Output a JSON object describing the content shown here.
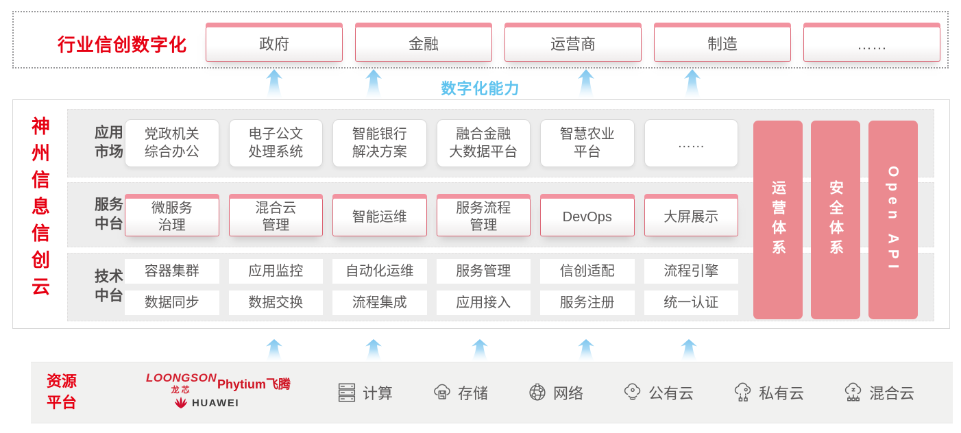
{
  "top": {
    "title": "行业信创数字化",
    "industries": [
      "政府",
      "金融",
      "运营商",
      "制造",
      "……"
    ]
  },
  "capability_label": "数字化能力",
  "platform": {
    "title": "神州信息信创云",
    "rows": [
      {
        "label": [
          "应用",
          "市场"
        ],
        "style": "card",
        "items": [
          [
            "党政机关",
            "综合办公"
          ],
          [
            "电子公文",
            "处理系统"
          ],
          [
            "智能银行",
            "解决方案"
          ],
          [
            "融合金融",
            "大数据平台"
          ],
          [
            "智慧农业",
            "平台"
          ],
          [
            "……"
          ]
        ]
      },
      {
        "label": [
          "服务",
          "中台"
        ],
        "style": "ribbon",
        "items": [
          [
            "微服务",
            "治理"
          ],
          [
            "混合云",
            "管理"
          ],
          [
            "智能运维"
          ],
          [
            "服务流程",
            "管理"
          ],
          [
            "DevOps"
          ],
          [
            "大屏展示"
          ]
        ]
      },
      {
        "label": [
          "技术",
          "中台"
        ],
        "style": "flat",
        "item_rows": [
          [
            "容器集群",
            "应用监控",
            "自动化运维",
            "服务管理",
            "信创适配",
            "流程引擎"
          ],
          [
            "数据同步",
            "数据交换",
            "流程集成",
            "应用接入",
            "服务注册",
            "统一认证"
          ]
        ]
      }
    ],
    "pillars": [
      "运营体系",
      "安全体系",
      "Open API"
    ]
  },
  "resources": {
    "label": [
      "资源",
      "平台"
    ],
    "vendors": [
      {
        "id": "loongson",
        "text": "LOONGSON",
        "sub": "龙芯"
      },
      {
        "id": "phytium",
        "text": "Phytium飞腾"
      },
      {
        "id": "huawei",
        "text": "HUAWEI"
      }
    ],
    "items": [
      {
        "icon": "server-icon",
        "label": "计算"
      },
      {
        "icon": "storage-icon",
        "label": "存储"
      },
      {
        "icon": "network-icon",
        "label": "网络"
      },
      {
        "icon": "public-cloud-icon",
        "label": "公有云"
      },
      {
        "icon": "private-cloud-icon",
        "label": "私有云"
      },
      {
        "icon": "hybrid-cloud-icon",
        "label": "混合云"
      }
    ]
  },
  "colors": {
    "accent_red": "#e60012",
    "pillar_pink": "#eb8a90",
    "ribbon_border": "#dc6272",
    "ribbon_strip": "#f293a0",
    "capability_blue": "#5fc3ee",
    "text_dark": "#595757"
  }
}
